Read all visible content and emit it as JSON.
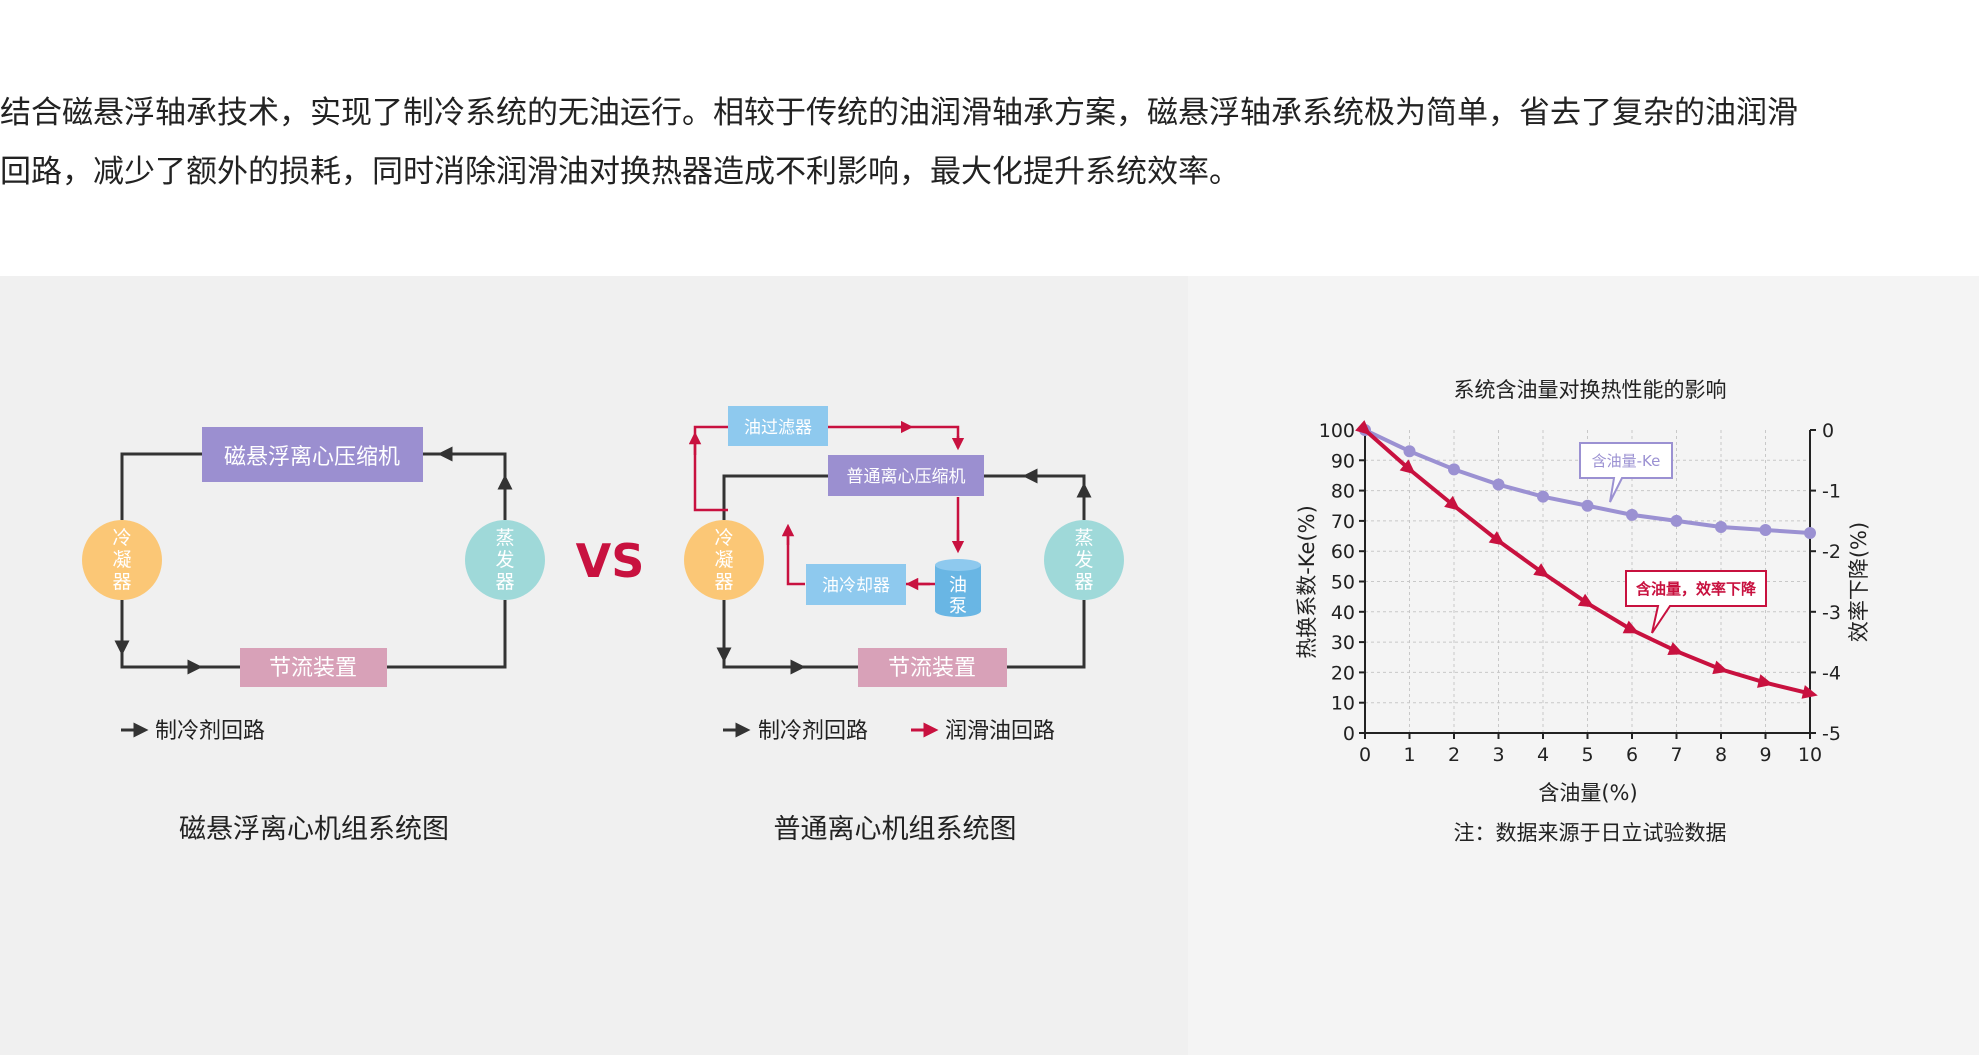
{
  "intro": {
    "line1": "结合磁悬浮轴承技术，实现了制冷系统的无油运行。相较于传统的油润滑轴承方案，磁悬浮轴承系统极为简单，省去了复杂的油润滑",
    "line2": "回路，减少了额外的损耗，同时消除润滑油对换热器造成不利影响，最大化提升系统效率。"
  },
  "diagram_maglev": {
    "compressor": "磁悬浮离心压缩机",
    "condenser": "冷凝器",
    "evaporator": "蒸发器",
    "throttle": "节流装置",
    "legend_refrigerant": "制冷剂回路",
    "caption": "磁悬浮离心机组系统图"
  },
  "vs_label": "VS",
  "diagram_normal": {
    "oil_filter": "油过滤器",
    "compressor": "普通离心压缩机",
    "condenser": "冷凝器",
    "evaporator": "蒸发器",
    "oil_cooler": "油冷却器",
    "oil_pump": "油泵",
    "throttle": "节流装置",
    "legend_refrigerant": "制冷剂回路",
    "legend_oil": "润滑油回路",
    "caption": "普通离心机组系统图"
  },
  "colors": {
    "condenser": "#fbc776",
    "evaporator": "#9fd9d9",
    "compressor": "#9b8fd0",
    "throttle": "#d8a1b8",
    "oil_box": "#8ec9ee",
    "oil_pump": "#69b6e4",
    "oil_line": "#c8113f",
    "line": "#333333",
    "ke_series": "#9b91d2",
    "eff_series": "#c8113f"
  },
  "chart_data": {
    "type": "line",
    "title": "系统含油量对换热性能的影响",
    "xlabel": "含油量(%)",
    "ylabel": "热换系数-Ke(%)",
    "y2label": "效率下降(%)",
    "xlim": [
      0,
      10
    ],
    "ylim": [
      0,
      100
    ],
    "y2lim": [
      -5,
      0
    ],
    "x": [
      0,
      1,
      2,
      3,
      4,
      5,
      6,
      7,
      8,
      9,
      10
    ],
    "x_ticks": [
      "0",
      "1",
      "2",
      "3",
      "4",
      "5",
      "6",
      "7",
      "8",
      "9",
      "10"
    ],
    "y_ticks": [
      "0",
      "10",
      "20",
      "30",
      "40",
      "50",
      "60",
      "70",
      "80",
      "90",
      "100"
    ],
    "y2_ticks": [
      "0",
      "-1",
      "-2",
      "-3",
      "-4",
      "-5"
    ],
    "grid": true,
    "series": [
      {
        "name": "含油量-Ke",
        "axis": "left",
        "values": [
          100,
          93,
          87,
          82,
          78,
          75,
          72,
          70,
          68,
          67,
          66
        ]
      },
      {
        "name": "含油量，效率下降",
        "axis": "right",
        "values": [
          0,
          -0.65,
          -1.25,
          -1.83,
          -2.36,
          -2.86,
          -3.3,
          -3.65,
          -3.95,
          -4.17,
          -4.35
        ]
      }
    ],
    "note": "注：数据来源于日立试验数据"
  }
}
